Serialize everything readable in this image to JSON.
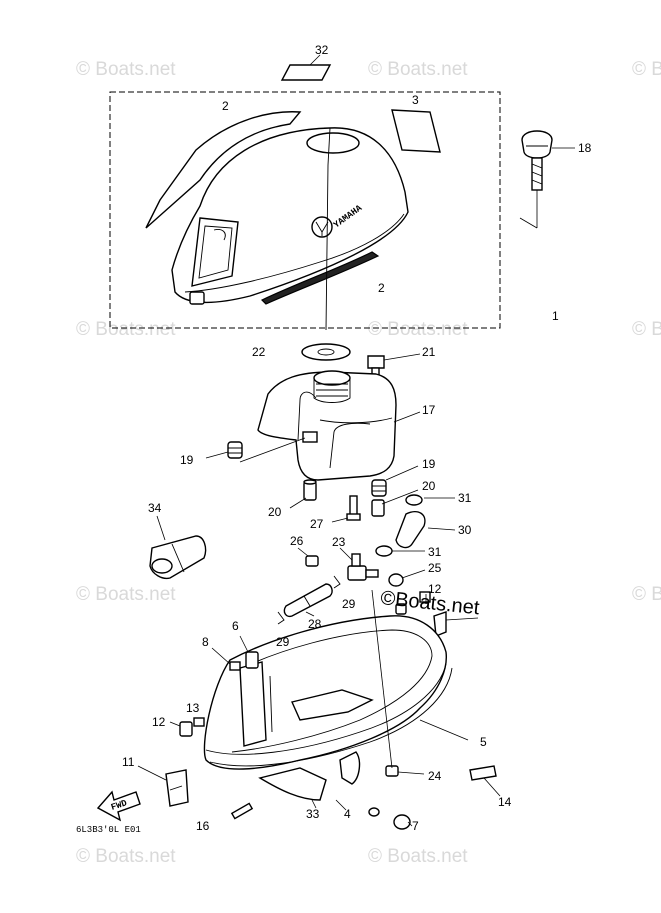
{
  "diagram": {
    "callouts": {
      "c1": "1",
      "c2a": "2",
      "c2b": "2",
      "c3": "3",
      "c4": "4",
      "c5": "5",
      "c6": "6",
      "c7": "7",
      "c8": "8",
      "c11": "11",
      "c12a": "12",
      "c12b": "12",
      "c13": "13",
      "c14": "14",
      "c16": "16",
      "c17": "17",
      "c18": "18",
      "c19a": "19",
      "c19b": "19",
      "c20a": "20",
      "c20b": "20",
      "c21": "21",
      "c22": "22",
      "c23": "23",
      "c24": "24",
      "c25": "25",
      "c26": "26",
      "c27": "27",
      "c28": "28",
      "c29a": "29",
      "c29b": "29",
      "c30": "30",
      "c31a": "31",
      "c31b": "31",
      "c32": "32",
      "c33": "33",
      "c34": "34"
    },
    "brand_text": "YAMAHA",
    "fwd_label": "FWD",
    "drawing_code": "6L3B3'0L E01",
    "watermark": "© Boats.net",
    "overlay_watermark": "©Boats.net"
  }
}
